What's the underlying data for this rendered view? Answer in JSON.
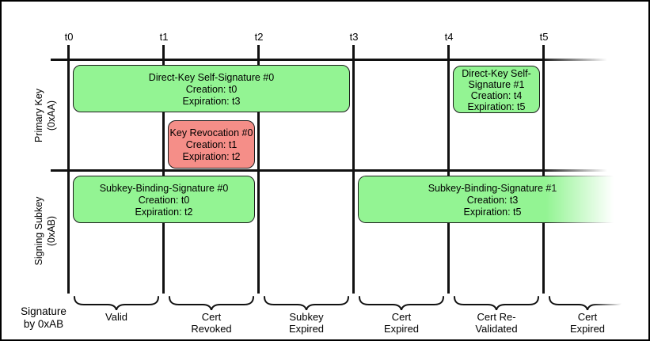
{
  "timeline": {
    "ticks": [
      "t0",
      "t1",
      "t2",
      "t3",
      "t4",
      "t5"
    ]
  },
  "rows": [
    {
      "label_line1": "Primary Key",
      "label_line2": "(0xAA)"
    },
    {
      "label_line1": "Signing Subkey",
      "label_line2": "(0xAB)"
    }
  ],
  "boxes": [
    {
      "name": "direct-key-self-signature-0",
      "color": "#93F493",
      "lines": [
        "Direct-Key Self-Signature #0",
        "Creation: t0",
        "Expiration: t3"
      ]
    },
    {
      "name": "key-revocation-0",
      "color": "#F58E88",
      "lines": [
        "Key Revocation #0",
        "Creation: t1",
        "Expiration: t2"
      ]
    },
    {
      "name": "direct-key-self-signature-1",
      "color": "#93F493",
      "lines": [
        "Direct-Key Self-",
        "Signature #1",
        "Creation: t4",
        "Expiration: t5"
      ]
    },
    {
      "name": "subkey-binding-signature-0",
      "color": "#93F493",
      "lines": [
        "Subkey-Binding-Signature #0",
        "Creation: t0",
        "Expiration: t2"
      ]
    },
    {
      "name": "subkey-binding-signature-1",
      "color": "#93F493",
      "lines": [
        "Subkey-Binding-Signature #1",
        "Creation: t3",
        "Expiration: t5"
      ]
    }
  ],
  "bottom": {
    "axis_label_line1": "Signature",
    "axis_label_line2": "by 0xAB",
    "segments": [
      {
        "label_line1": "Valid",
        "label_line2": ""
      },
      {
        "label_line1": "Cert",
        "label_line2": "Revoked"
      },
      {
        "label_line1": "Subkey",
        "label_line2": "Expired"
      },
      {
        "label_line1": "Cert",
        "label_line2": "Expired"
      },
      {
        "label_line1": "Cert Re-",
        "label_line2": "Validated"
      },
      {
        "label_line1": "Cert",
        "label_line2": "Expired"
      }
    ]
  },
  "colors": {
    "signature_valid_green": "#93F493",
    "revocation_red": "#F58E88",
    "line_black": "#111111",
    "background": "#FFFFFF"
  }
}
